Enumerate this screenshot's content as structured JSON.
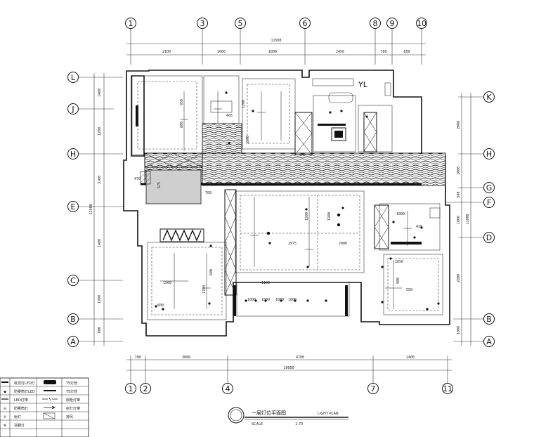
{
  "grid": {
    "top_axes": [
      "1",
      "3",
      "5",
      "6",
      "8",
      "9",
      "10"
    ],
    "bottom_axes": [
      "1",
      "2",
      "4",
      "7",
      "11"
    ],
    "left_axes": [
      "L",
      "J",
      "H",
      "E",
      "C",
      "B",
      "A"
    ],
    "right_axes": [
      "K",
      "H",
      "G",
      "F",
      "D",
      "B",
      "A"
    ]
  },
  "dimensions": {
    "top_total": "11500",
    "top_segments": [
      "2100",
      "1000",
      "1800",
      "2450",
      "700",
      "850"
    ],
    "bottom_total": "10050",
    "bottom_segments": [
      "700",
      "3000",
      "4700",
      "2400"
    ],
    "left_segments": [
      "1400",
      "1200",
      "3100",
      "1400",
      "1900",
      "800"
    ],
    "left_total": "12500",
    "right_segments": [
      "2000",
      "1000",
      "500",
      "1000",
      "2800",
      "1000"
    ],
    "right_total": "11800"
  },
  "rooms": {
    "room_tag": "YL",
    "notes": [
      "2975",
      "2000",
      "1200",
      "1200",
      "1500",
      "1700",
      "600",
      "800",
      "1000",
      "1000",
      "1000",
      "1000",
      "405",
      "950",
      "470",
      "575",
      "900",
      "1000",
      "2650",
      "1100",
      "700",
      "600",
      "430",
      "550",
      "1200",
      "1200"
    ]
  },
  "legend": {
    "rows": [
      {
        "symbol_left": "",
        "text_left": "吸顶灯LED灯",
        "symbol_right": "",
        "text_right": "T5灯管"
      },
      {
        "symbol_left": "◆",
        "text_left": "防雾筒灯LED",
        "symbol_right": "",
        "text_right": "T5灯管"
      },
      {
        "symbol_left": "",
        "text_left": "LED灯带",
        "symbol_right": "",
        "text_right": "橱柜灯带"
      },
      {
        "symbol_left": "⊖",
        "text_left": "防雾筒灯",
        "symbol_right": "",
        "text_right": "射灯灯带"
      },
      {
        "symbol_left": "✢",
        "text_left": "射灯",
        "symbol_right": "",
        "text_right": "排风"
      },
      {
        "symbol_left": "⊗",
        "text_left": "浴霸灯",
        "symbol_right": "",
        "text_right": ""
      }
    ]
  },
  "title_block": {
    "title": "一层灯位平面图",
    "title_en": "LIGHT PLAN",
    "scale_label": "SCALE",
    "scale_value": "1:70"
  }
}
